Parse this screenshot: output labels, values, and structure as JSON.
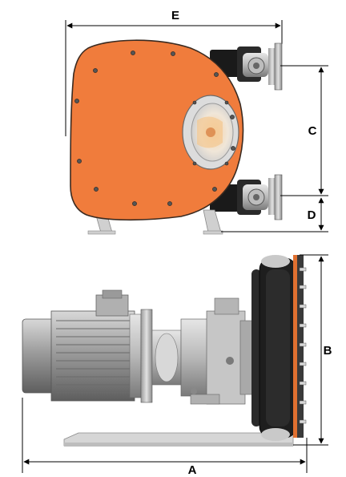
{
  "dimensions": {
    "a": "A",
    "b": "B",
    "c": "C",
    "d": "D",
    "e": "E"
  },
  "colors": {
    "pump_casing": "#f07c3c",
    "casing_edge": "#3a2a20",
    "motor_grey": "#9a9a9a",
    "cover_black": "#1e1e1e",
    "bolt": "#555555"
  }
}
